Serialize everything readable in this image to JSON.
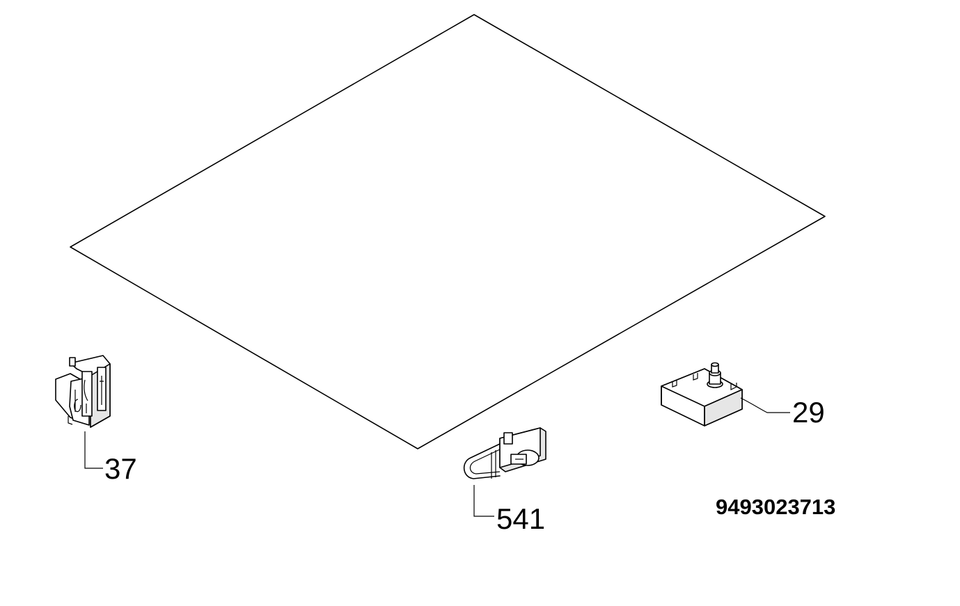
{
  "parts": [
    {
      "id": "panel",
      "label": ""
    },
    {
      "id": "clip",
      "label": "37"
    },
    {
      "id": "hinge",
      "label": "541"
    },
    {
      "id": "switch",
      "label": "29"
    }
  ],
  "drawing_number": "9493023713"
}
